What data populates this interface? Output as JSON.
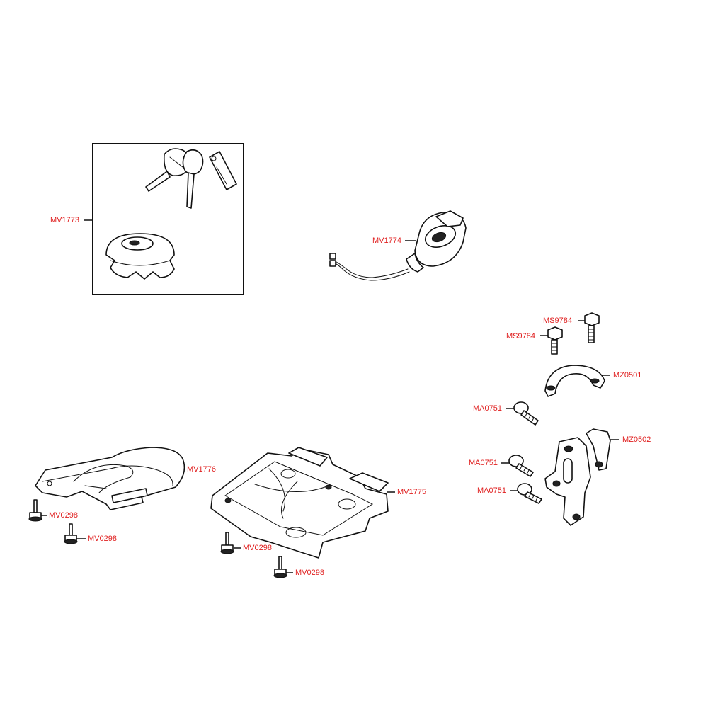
{
  "colors": {
    "label": "#e02020",
    "line": "#111111",
    "background": "#ffffff"
  },
  "labels": {
    "key_set": "MV1773",
    "ignition_switch": "MV1774",
    "bracket_bolt_top": "MS9784",
    "bracket_bolt_left": "MS9784",
    "upper_clamp": "MZ0501",
    "clamp_bolt_a": "MA0751",
    "lower_bracket": "MZ0502",
    "clamp_bolt_b": "MA0751",
    "clamp_bolt_c": "MA0751",
    "small_plate": "MV1776",
    "small_plate_screw_a": "MV0298",
    "small_plate_screw_b": "MV0298",
    "large_plate": "MV1775",
    "large_plate_screw_a": "MV0298",
    "large_plate_screw_b": "MV0298"
  }
}
